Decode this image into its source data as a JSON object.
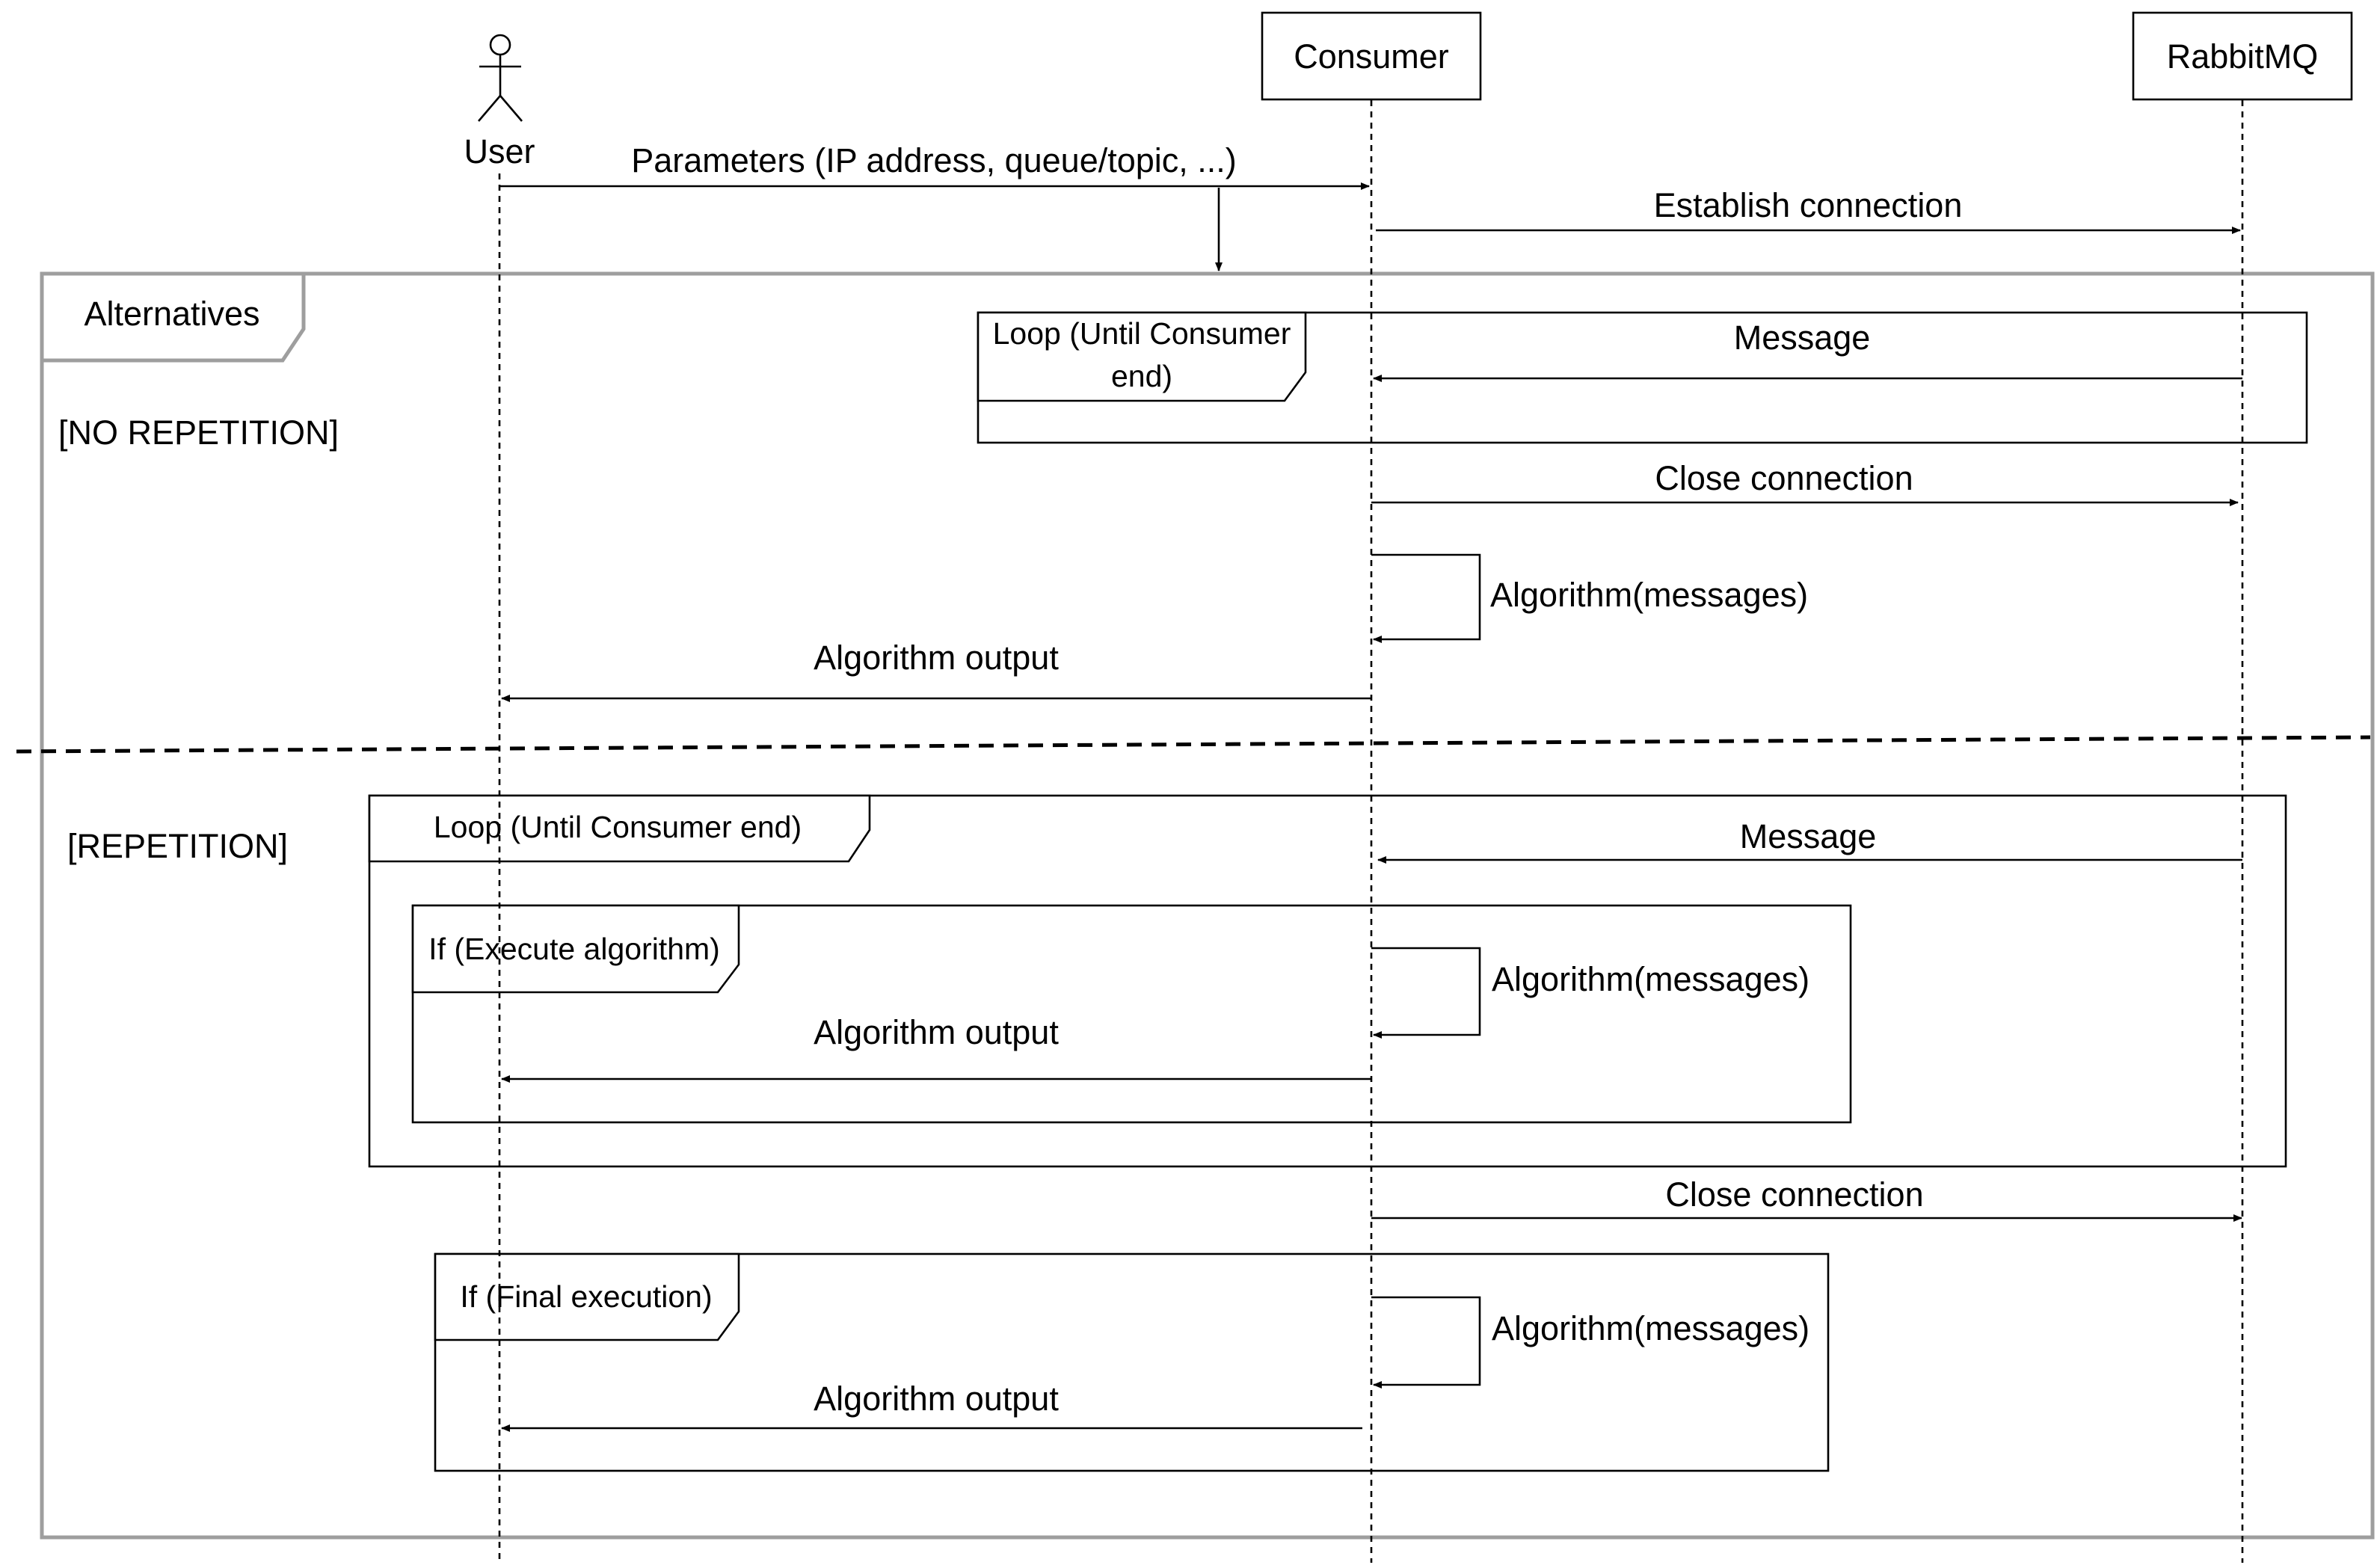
{
  "participants": {
    "user": "User",
    "consumer": "Consumer",
    "rabbitmq": "RabbitMQ"
  },
  "messages": {
    "parameters": "Parameters (IP address, queue/topic, ...)",
    "establish": "Establish connection",
    "nr_message": "Message",
    "nr_close": "Close connection",
    "nr_algorithm": "Algorithm(messages)",
    "nr_output": "Algorithm output",
    "r_message": "Message",
    "r_algorithm": "Algorithm(messages)",
    "r_output": "Algorithm output",
    "r_close": "Close connection",
    "f_algorithm": "Algorithm(messages)",
    "f_output": "Algorithm output"
  },
  "frames": {
    "alternatives": "Alternatives",
    "no_repetition_guard": "[NO REPETITION]",
    "repetition_guard": "[REPETITION]",
    "loop1_line1": "Loop (Until Consumer",
    "loop1_line2": "end)",
    "loop2": "Loop (Until Consumer end)",
    "if_execute": "If (Execute algorithm)",
    "if_final": "If (Final execution)"
  }
}
